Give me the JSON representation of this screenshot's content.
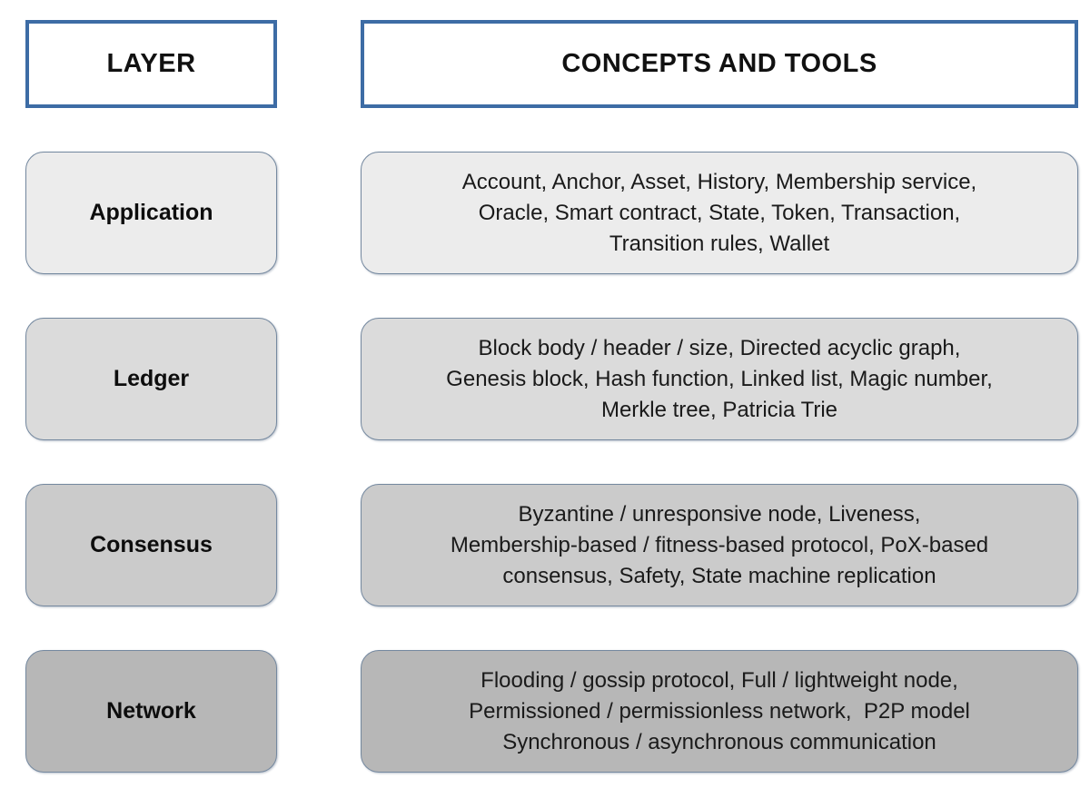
{
  "header": {
    "layer_label": "LAYER",
    "concepts_label": "CONCEPTS AND TOOLS"
  },
  "colors": {
    "header_border": "#3d6ca5",
    "box_border": "#74889f",
    "row_fills": [
      "#ececec",
      "#dbdbdb",
      "#cbcbcb",
      "#b7b7b7"
    ]
  },
  "rows": [
    {
      "layer": "Application",
      "concepts": "Account, Anchor, Asset, History, Membership service,\nOracle, Smart contract, State, Token, Transaction,\nTransition rules, Wallet",
      "fill": "#ececec"
    },
    {
      "layer": "Ledger",
      "concepts": "Block body / header / size, Directed acyclic graph,\nGenesis block, Hash function, Linked list, Magic number,\nMerkle tree, Patricia Trie",
      "fill": "#dbdbdb"
    },
    {
      "layer": "Consensus",
      "concepts": "Byzantine / unresponsive node, Liveness,\nMembership-based / fitness-based protocol, PoX-based\nconsensus, Safety, State machine replication",
      "fill": "#cbcbcb"
    },
    {
      "layer": "Network",
      "concepts": "Flooding / gossip protocol, Full / lightweight node,\nPermissioned / permissionless network,  P2P model\nSynchronous / asynchronous communication",
      "fill": "#b7b7b7"
    }
  ]
}
